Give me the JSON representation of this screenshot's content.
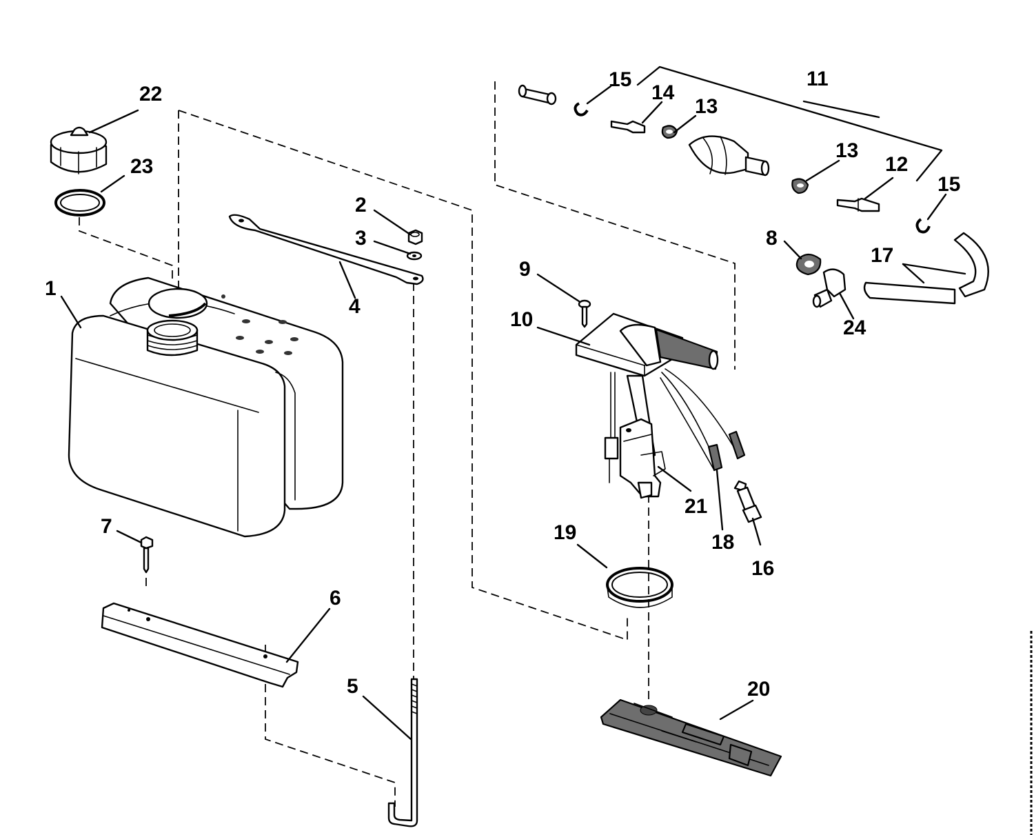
{
  "parts": [
    {
      "id": "part-1",
      "label": "1"
    },
    {
      "id": "part-2",
      "label": "2"
    },
    {
      "id": "part-3",
      "label": "3"
    },
    {
      "id": "part-4",
      "label": "4"
    },
    {
      "id": "part-5",
      "label": "5"
    },
    {
      "id": "part-6",
      "label": "6"
    },
    {
      "id": "part-7",
      "label": "7"
    },
    {
      "id": "part-8",
      "label": "8"
    },
    {
      "id": "part-9",
      "label": "9"
    },
    {
      "id": "part-10",
      "label": "10"
    },
    {
      "id": "part-11",
      "label": "11"
    },
    {
      "id": "part-12",
      "label": "12"
    },
    {
      "id": "part-13a",
      "label": "13"
    },
    {
      "id": "part-13b",
      "label": "13"
    },
    {
      "id": "part-14",
      "label": "14"
    },
    {
      "id": "part-15a",
      "label": "15"
    },
    {
      "id": "part-15b",
      "label": "15"
    },
    {
      "id": "part-16",
      "label": "16"
    },
    {
      "id": "part-17",
      "label": "17"
    },
    {
      "id": "part-18",
      "label": "18"
    },
    {
      "id": "part-19",
      "label": "19"
    },
    {
      "id": "part-20",
      "label": "20"
    },
    {
      "id": "part-21",
      "label": "21"
    },
    {
      "id": "part-22",
      "label": "22"
    },
    {
      "id": "part-23",
      "label": "23"
    },
    {
      "id": "part-24",
      "label": "24"
    }
  ]
}
